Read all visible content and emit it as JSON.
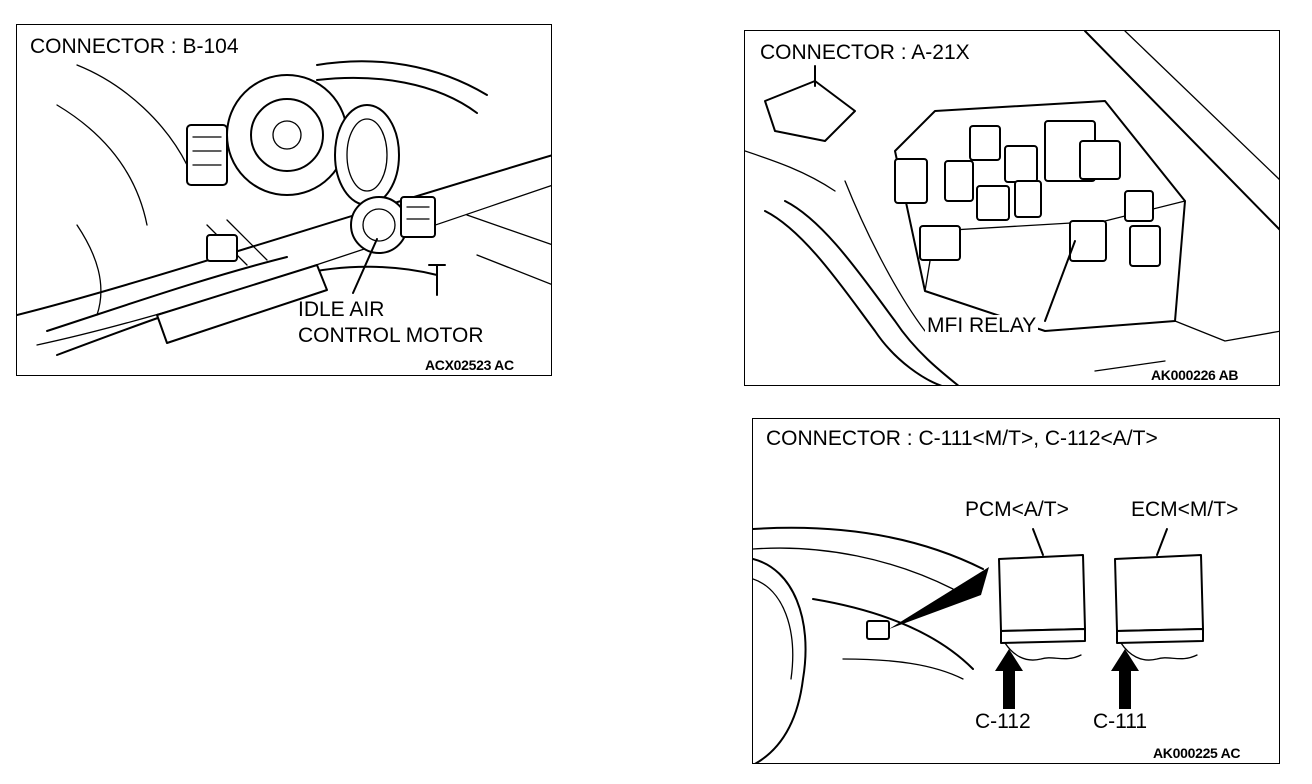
{
  "panels": [
    {
      "title": "CONNECTOR : B-104",
      "callout": [
        "IDLE AIR",
        "CONTROL MOTOR"
      ],
      "code": "ACX02523 AC"
    },
    {
      "title": "CONNECTOR : A-21X",
      "callout": [
        "MFI RELAY"
      ],
      "code": "AK000226 AB"
    },
    {
      "title": "CONNECTOR : C-111<M/T>, C-112<A/T>",
      "module_labels": [
        "PCM<A/T>",
        "ECM<M/T>"
      ],
      "connector_labels": [
        "C-112",
        "C-111"
      ],
      "code": "AK000225 AC"
    }
  ]
}
